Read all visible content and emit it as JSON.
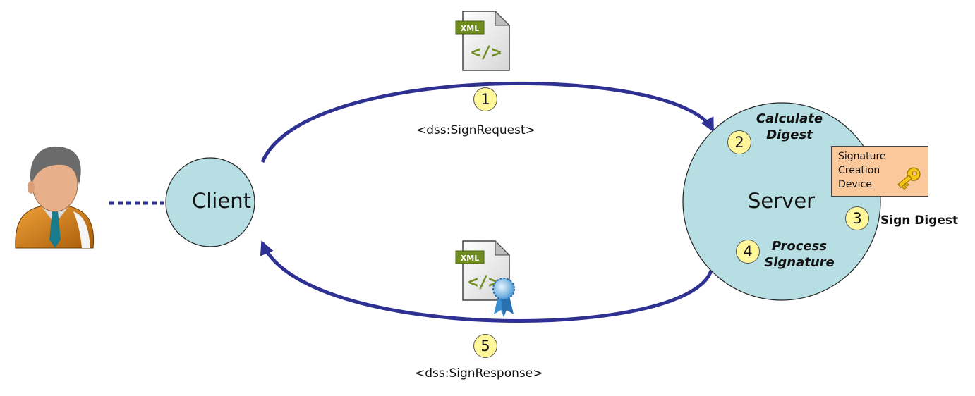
{
  "client": {
    "label": "Client"
  },
  "server": {
    "label": "Server"
  },
  "steps": [
    {
      "number": "1",
      "text": "<dss:SignRequest>"
    },
    {
      "number": "2",
      "text": "Calculate Digest"
    },
    {
      "number": "3",
      "text": "Sign Digest"
    },
    {
      "number": "4",
      "text": "Process Signature"
    },
    {
      "number": "5",
      "text": "<dss:SignResponse>"
    }
  ],
  "step2_lines": [
    "Calculate",
    "Digest"
  ],
  "step4_lines": [
    "Process",
    "Signature"
  ],
  "device": {
    "lines": [
      "Signature",
      "Creation",
      "Device"
    ]
  },
  "xml_badge": "XML",
  "xml_tag_glyph": "</>",
  "icons": {
    "user": "user-avatar-icon",
    "request_doc": "xml-document-icon",
    "response_doc": "signed-xml-document-icon",
    "key": "key-icon"
  },
  "colors": {
    "arrow": "#2e3192",
    "node_fill": "#b7dfe3",
    "badge_fill": "#fff79a",
    "device_fill": "#fbc89b",
    "xml_green": "#6f8c1e"
  }
}
